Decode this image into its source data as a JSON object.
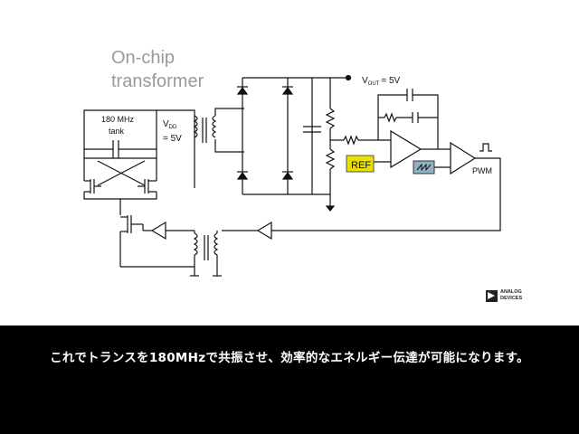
{
  "slide": {
    "title_line1": "On-chip",
    "title_line2": "transformer",
    "labels": {
      "tank_freq": "180 MHz",
      "tank": "tank",
      "vdd_main": "V",
      "vdd_sub": "DD",
      "vdd_value": "= 5V",
      "vout_main": "V",
      "vout_sub": "OUT",
      "vout_value": "= 5V",
      "ref": "REF",
      "pwm": "PWM"
    },
    "logo": {
      "line1": "ANALOG",
      "line2": "DEVICES"
    },
    "colors": {
      "ref_fill": "#e8e000",
      "ramp_fill": "#8fb3c4"
    }
  },
  "caption": {
    "text": "これでトランスを180MHzで共振させ、効率的なエネルギー伝達が可能になります。"
  }
}
